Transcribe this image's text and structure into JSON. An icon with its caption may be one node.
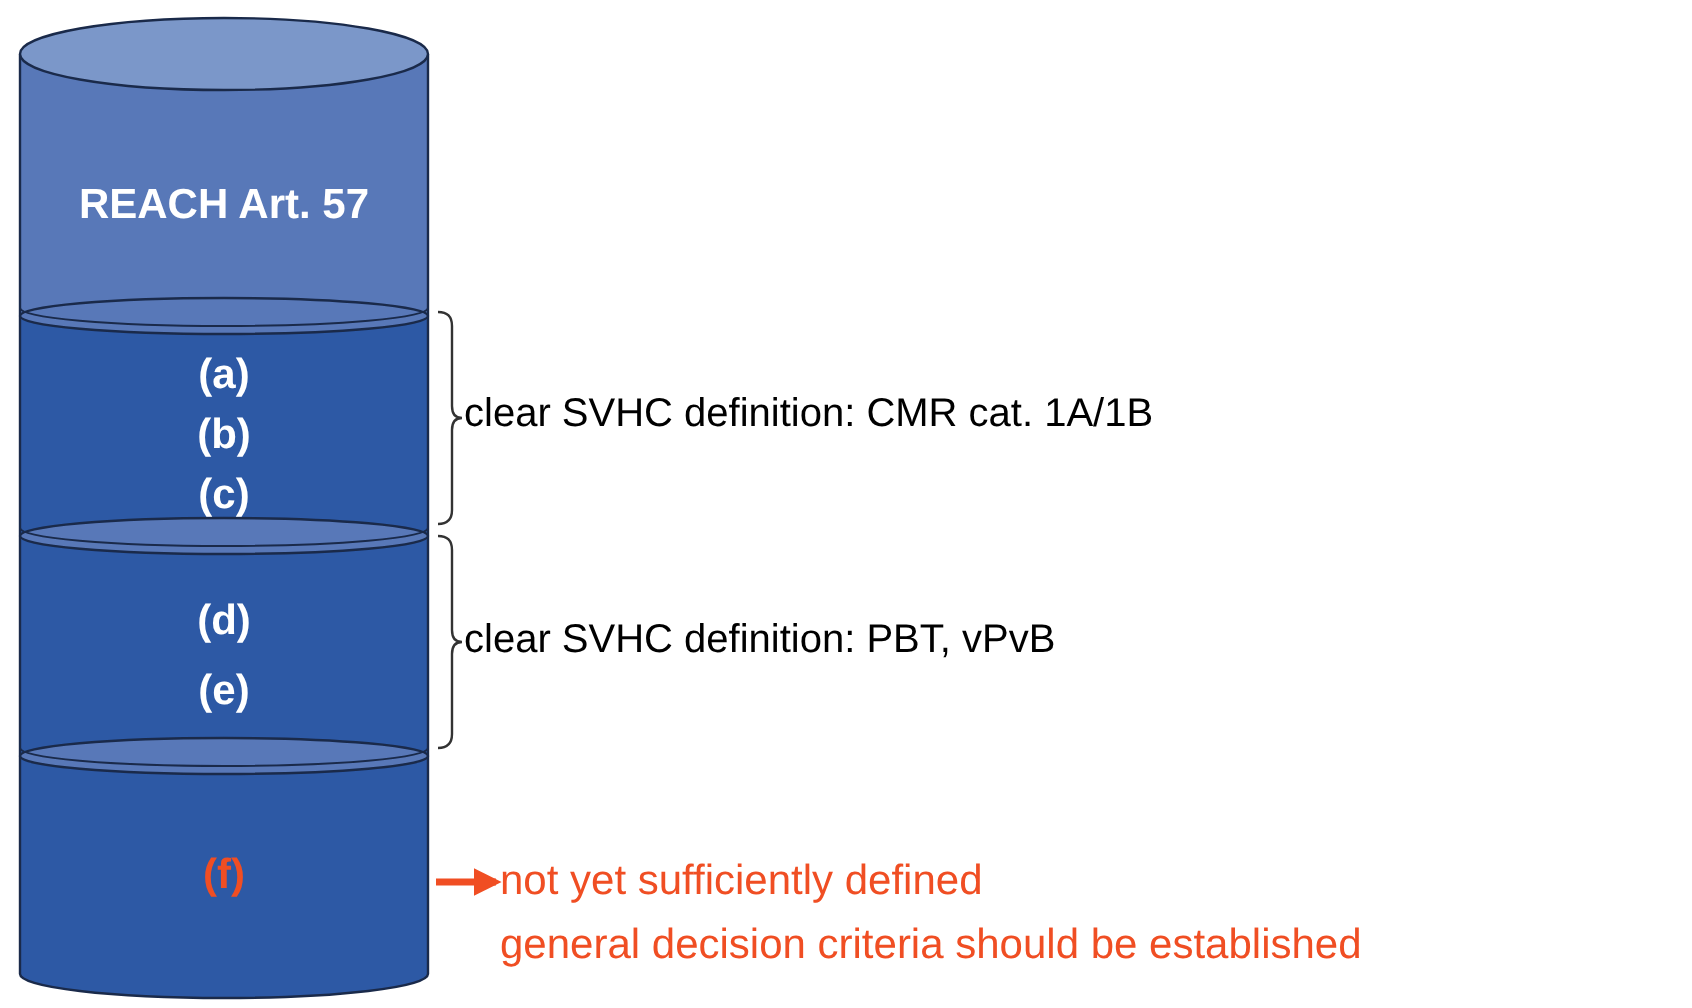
{
  "diagram": {
    "nodes": [
      {
        "text": [
          "REACH Art. 57"
        ]
      },
      {
        "text": [
          "(a)",
          "(b)",
          "(c)"
        ],
        "beside": [
          "clear SVHC definition: CMR cat. 1A/1B"
        ]
      },
      {
        "text": [
          "(d)",
          "(e)"
        ],
        "beside": [
          "clear SVHC definition: PBT, vPvB"
        ]
      },
      {
        "text": [
          "(f)"
        ]
      },
      {
        "text": [
          "not yet sufficiently defined",
          "general decision criteria should be established"
        ]
      }
    ],
    "edges": [
      {
        "from": 3,
        "to": 4,
        "arrow": "to",
        "color": "#f04e23"
      }
    ]
  }
}
